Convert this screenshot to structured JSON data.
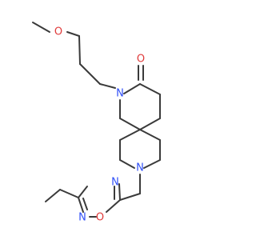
{
  "molecule": {
    "atoms": {
      "o_methoxy": {
        "symbol": "O",
        "color": "#e03a3a"
      },
      "o_carbonyl": {
        "symbol": "O",
        "color": "#e03a3a"
      },
      "n_lactam": {
        "symbol": "N",
        "color": "#3050f8"
      },
      "n_piperidine": {
        "symbol": "N",
        "color": "#3050f8"
      },
      "n_ring3": {
        "symbol": "N",
        "color": "#3050f8"
      },
      "o_ring": {
        "symbol": "O",
        "color": "#e03a3a"
      },
      "n_ring2": {
        "symbol": "N",
        "color": "#3050f8"
      }
    },
    "bond_color": "#3a3a3a"
  }
}
